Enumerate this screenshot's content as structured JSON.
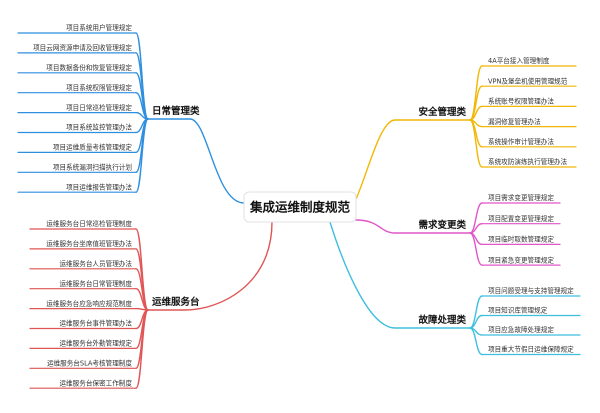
{
  "center": {
    "label": "集成运维制度规范"
  },
  "colors": {
    "daily": "#2f8fdf",
    "service": "#e05555",
    "security": "#f2b705",
    "requirement": "#e056c8",
    "fault": "#3fbfdf"
  },
  "branches": {
    "daily": {
      "label": "日常管理类",
      "items": [
        "项目系统用户管理规定",
        "项目云网资源申请及回收管理规定",
        "项目数据备份和恢复管理规定",
        "项目系统权限管理规定",
        "项目日常巡检管理规定",
        "项目系统监控管理办法",
        "项目运维质量考核管理规定",
        "项目系统漏洞扫描执行计划",
        "项目运维报告管理办法"
      ]
    },
    "service": {
      "label": "运维服务台",
      "items": [
        "运维服务台日常巡检管理制度",
        "运维服务台坐席值班管理办法",
        "运维服务台人员管理办法",
        "运维服务台日常管理制度",
        "运维服务台应急响应规范制度",
        "运维服务台事件管理办法",
        "运维服务台外勤管理规定",
        "运维服务台SLA考核管理制度",
        "运维服务台保密工作制度"
      ]
    },
    "security": {
      "label": "安全管理类",
      "items": [
        "4A平台接入管理制度",
        "VPN及堡垒机使用管理规范",
        "系统账号权限管理办法",
        "漏洞修复管理办法",
        "系统操作审计管理办法",
        "系统攻防演练执行管理办法"
      ]
    },
    "requirement": {
      "label": "需求变更类",
      "items": [
        "项目需求变更管理规定",
        "项目配置变更管理规定",
        "项目临时取数管理规定",
        "项目紧急变更管理规定"
      ]
    },
    "fault": {
      "label": "故障处理类",
      "items": [
        "项目问题受理与支持管理规定",
        "项目知识库管理规定",
        "项目应急故障处理规定",
        "项目重大节假日运维保障规定"
      ]
    }
  }
}
